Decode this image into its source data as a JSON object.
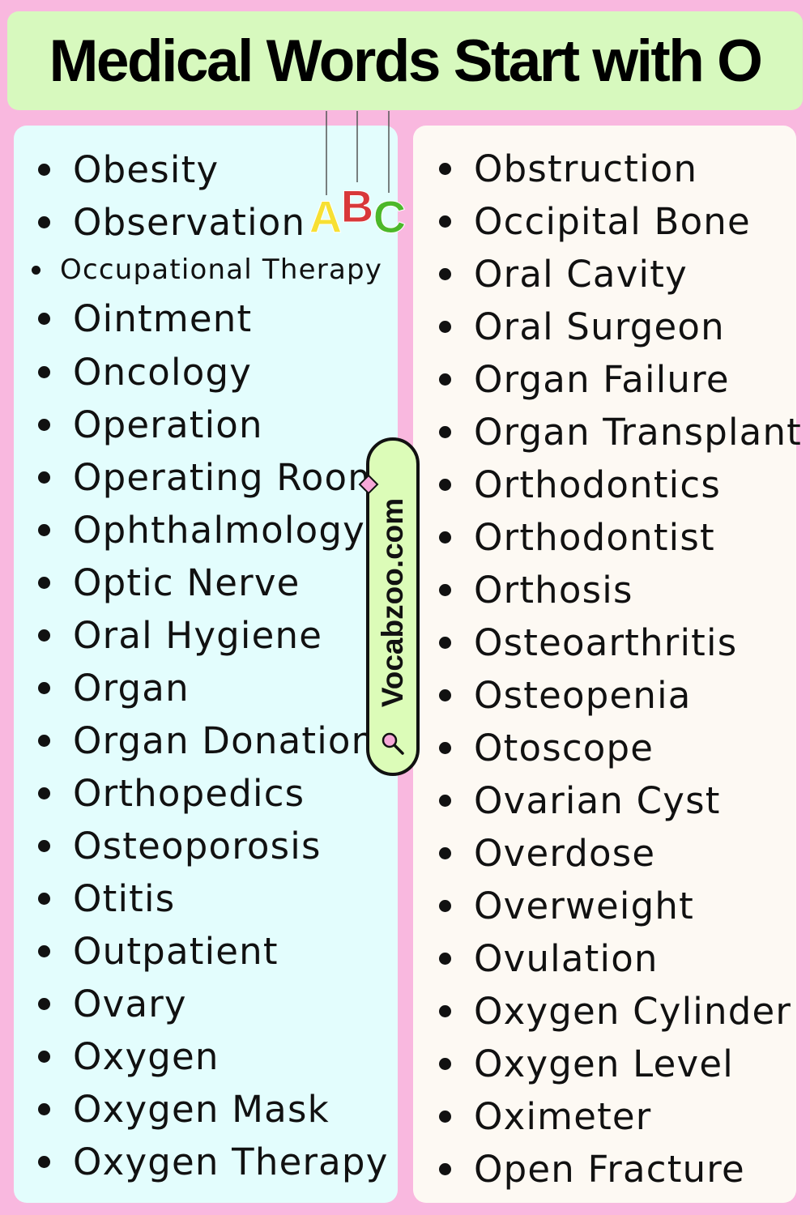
{
  "title": "Medical Words Start with O",
  "watermark": "Vocabzoo.com",
  "decoration": {
    "letters": [
      "A",
      "B",
      "C"
    ],
    "colors": [
      "#f7e033",
      "#d8383a",
      "#4cb82a"
    ]
  },
  "left_words": [
    "Obesity",
    "Observation",
    "Occupational Therapy",
    "Ointment",
    "Oncology",
    "Operation",
    "Operating Room",
    "Ophthalmology",
    "Optic Nerve",
    "Oral Hygiene",
    "Organ",
    "Organ Donation",
    "Orthopedics",
    "Osteoporosis",
    "Otitis",
    "Outpatient",
    "Ovary",
    "Oxygen",
    "Oxygen Mask",
    "Oxygen Therapy"
  ],
  "right_words": [
    "Obstruction",
    "Occipital Bone",
    "Oral Cavity",
    "Oral Surgeon",
    "Organ Failure",
    "Organ Transplant",
    "Orthodontics",
    "Orthodontist",
    "Orthosis",
    "Osteoarthritis",
    "Osteopenia",
    "Otoscope",
    "Ovarian Cyst",
    "Overdose",
    "Overweight",
    "Ovulation",
    "Oxygen Cylinder",
    "Oxygen Level",
    "Oximeter",
    "Open Fracture"
  ]
}
